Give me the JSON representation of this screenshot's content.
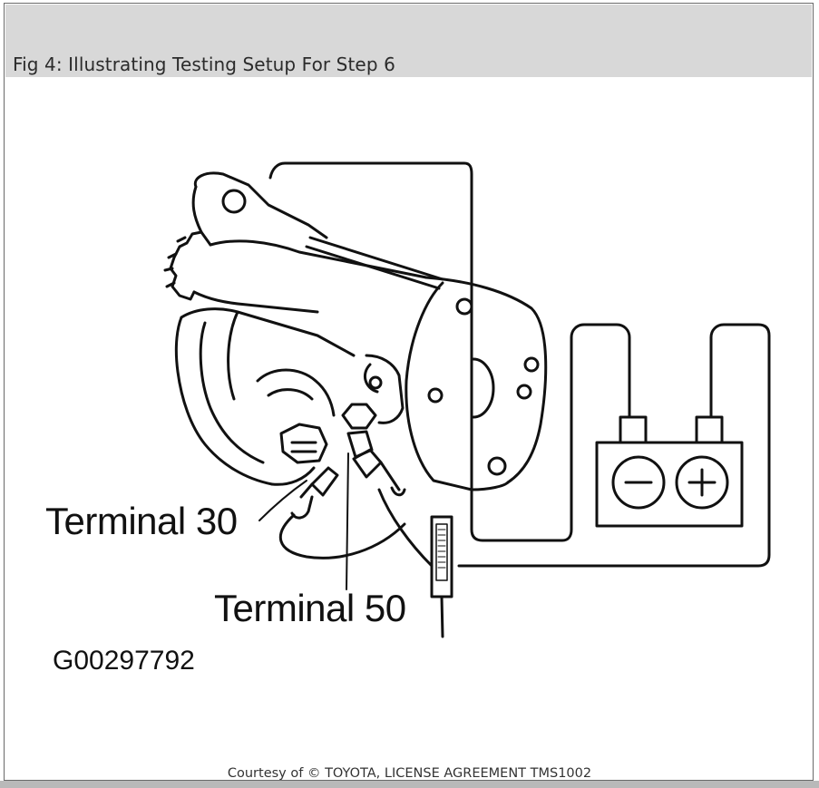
{
  "figure": {
    "title": "Fig 4: Illustrating Testing Setup For Step 6",
    "labels": {
      "terminal_30": "Terminal 30",
      "terminal_50": "Terminal 50",
      "image_code": "G00297792"
    },
    "courtesy": "Courtesy of © TOYOTA, LICENSE AGREEMENT TMS1002",
    "battery": {
      "negative_symbol": "−",
      "positive_symbol": "+"
    }
  }
}
